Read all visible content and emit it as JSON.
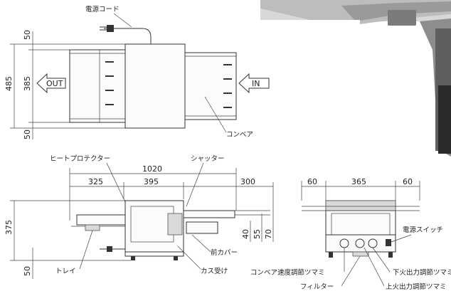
{
  "labels": {
    "power_cord": "電源コード",
    "conveyor": "コンベア",
    "heat_protector": "ヒートプロテクター",
    "shutter": "シャッター",
    "front_cover": "前カバー",
    "tray": "トレイ",
    "crumb_tray": "カス受け",
    "power_switch": "電源スイッチ",
    "conveyor_speed_knob": "コンベア速度調節ツマミ",
    "filter": "フィルター",
    "lower_heat_knob": "下火出力調節ツマミ",
    "upper_heat_knob": "上火出力調節ツマミ"
  },
  "arrows": {
    "out": "OUT",
    "in": "IN"
  },
  "dimensions": {
    "top_view": {
      "top_margin": "50",
      "total_depth": "485",
      "conveyor_width": "385",
      "bottom_margin": "50"
    },
    "side_view": {
      "total_length": "1020",
      "left_extension": "325",
      "body_length": "395",
      "right_extension": "300",
      "height": "375",
      "foot": "50",
      "dim_40": "40",
      "dim_55": "55",
      "dim_70": "70"
    },
    "front_view": {
      "left_side": "60",
      "width": "365",
      "right_side": "60"
    }
  }
}
